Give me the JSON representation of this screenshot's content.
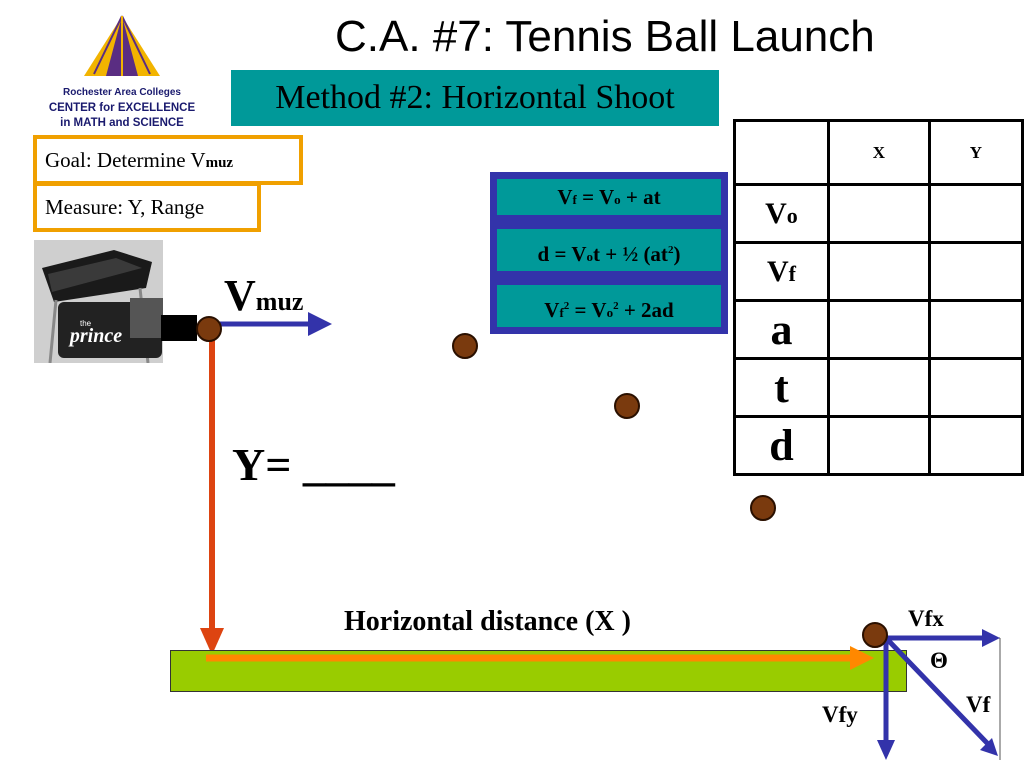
{
  "title": "C.A. #7: Tennis Ball Launch",
  "logo": {
    "line1": "Rochester Area Colleges",
    "line2": "CENTER for EXCELLENCE",
    "line3": "in MATH and SCIENCE"
  },
  "method_banner": "Method #2: Horizontal Shoot",
  "goal": {
    "prefix": "Goal:  Determine V",
    "sub": "muz"
  },
  "measure": "Measure: Y, Range",
  "launcher_brand": "prince",
  "launcher_small": "the",
  "vmuz": {
    "main": "V",
    "sub": "muz"
  },
  "equations": {
    "eq1": {
      "a": "V",
      "a_sub": "f",
      "b": " = V",
      "b_sub": "o",
      "c": " + at"
    },
    "eq2": {
      "a": "d = V",
      "a_sub": "o",
      "b": "t + ½ (at",
      "b_sup": "2",
      "c": ")"
    },
    "eq3": {
      "a": "V",
      "a_sub": "f",
      "a_sup": "2",
      "b": " = V",
      "b_sub": "o",
      "b_sup": "2",
      "c": " + 2ad"
    }
  },
  "table": {
    "headers": [
      "",
      "X",
      "Y"
    ],
    "rows": [
      {
        "main": "V",
        "sub": "o"
      },
      {
        "main": "V",
        "sub": "f"
      },
      {
        "main": "a",
        "sub": ""
      },
      {
        "main": "t",
        "sub": ""
      },
      {
        "main": "d",
        "sub": ""
      }
    ]
  },
  "y_label": "Y= ____",
  "horizontal_distance": "Horizontal distance (X )",
  "vector_labels": {
    "vfx": "Vfx",
    "vfy": "Vfy",
    "vf": "Vf",
    "theta": "Θ"
  },
  "colors": {
    "teal": "#009999",
    "orange": "#f0a000",
    "navy": "#3333aa",
    "ground": "#99cc00",
    "ball": "#7a3a0e",
    "drop_arrow": "#dd4411"
  }
}
